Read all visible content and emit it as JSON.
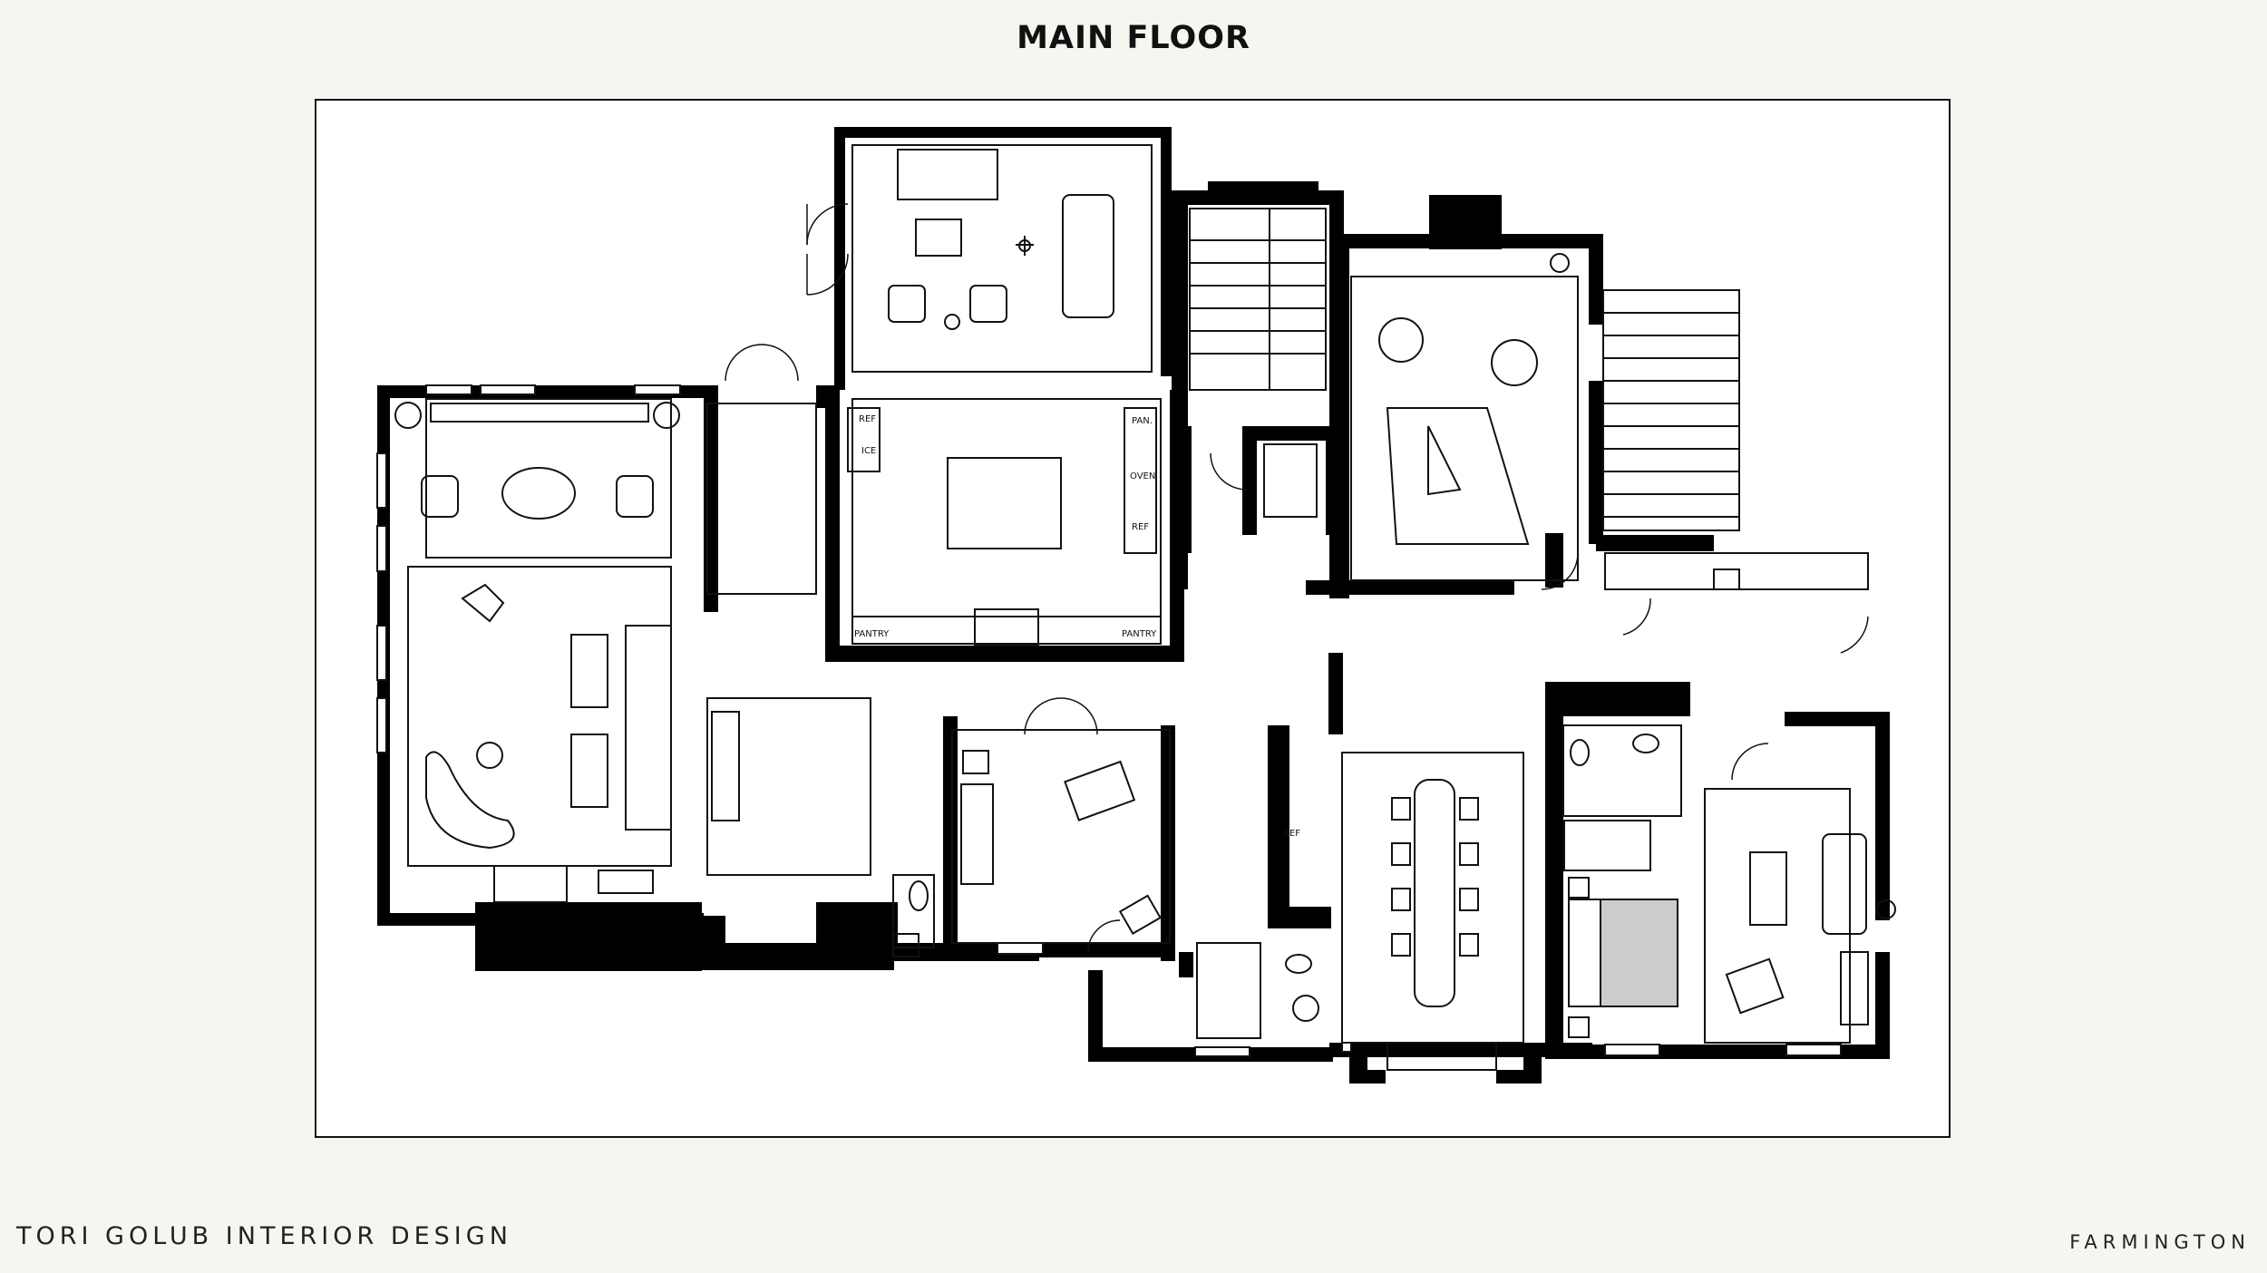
{
  "header": {
    "title": "MAIN FLOOR"
  },
  "footer": {
    "brand": "TORI GOLUB INTERIOR DESIGN",
    "project": "FARMINGTON"
  },
  "plan_labels": {
    "ref1": "REF",
    "ice": "ICE",
    "pan": "PAN.",
    "oven": "OVEN",
    "ref2": "REF",
    "pantry_left": "PANTRY",
    "pantry_right": "PANTRY",
    "ref3": "REF"
  },
  "colors": {
    "background": "#f6f5f0",
    "frame": "#ffffff",
    "wall": "#000000",
    "line": "#111111"
  }
}
